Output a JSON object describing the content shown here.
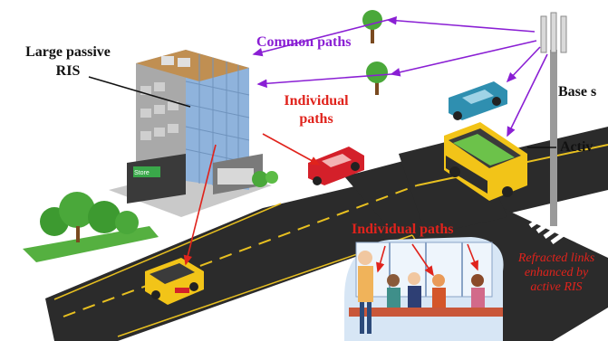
{
  "labels": {
    "large_passive_ris": [
      "Large passive",
      "RIS"
    ],
    "common_paths": "Common paths",
    "individual_paths_road": [
      "Individual",
      "paths"
    ],
    "base_station": "Base s",
    "active": "Activ",
    "individual_paths_bus": "Individual paths",
    "refracted_links": [
      "Refracted links",
      "enhanced by",
      "active RIS"
    ],
    "store_sign": "Store"
  },
  "colors": {
    "purple": "#8a1fd4",
    "red": "#e0231c",
    "road": "#2a2a2a",
    "lane_line": "#e8c020",
    "building_glass": "#8fb3dc",
    "bus_yellow": "#f2c418",
    "car_red": "#d4202a",
    "car_blue": "#2f8fb0",
    "tree_green": "#4aa83a"
  },
  "icons": [
    "building-icon",
    "base-station-icon",
    "tree-icon",
    "bus-icon",
    "school-bus-icon",
    "red-car-icon",
    "blue-car-icon",
    "passenger-icon"
  ]
}
